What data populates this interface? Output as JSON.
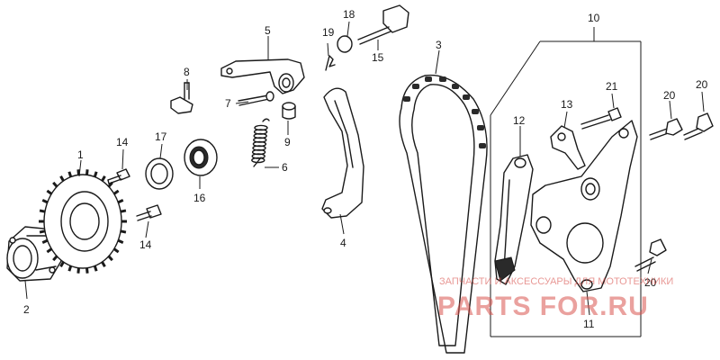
{
  "callouts": [
    {
      "id": "1",
      "label": "1"
    },
    {
      "id": "2",
      "label": "2"
    },
    {
      "id": "3",
      "label": "3"
    },
    {
      "id": "4",
      "label": "4"
    },
    {
      "id": "5",
      "label": "5"
    },
    {
      "id": "6",
      "label": "6"
    },
    {
      "id": "7",
      "label": "7"
    },
    {
      "id": "8",
      "label": "8"
    },
    {
      "id": "9",
      "label": "9"
    },
    {
      "id": "10",
      "label": "10"
    },
    {
      "id": "11",
      "label": "11"
    },
    {
      "id": "12",
      "label": "12"
    },
    {
      "id": "13",
      "label": "13"
    },
    {
      "id": "14a",
      "label": "14"
    },
    {
      "id": "14b",
      "label": "14"
    },
    {
      "id": "15",
      "label": "15"
    },
    {
      "id": "16",
      "label": "16"
    },
    {
      "id": "17",
      "label": "17"
    },
    {
      "id": "18",
      "label": "18"
    },
    {
      "id": "19",
      "label": "19"
    },
    {
      "id": "20a",
      "label": "20"
    },
    {
      "id": "20b",
      "label": "20"
    },
    {
      "id": "20c",
      "label": "20"
    },
    {
      "id": "21",
      "label": "21"
    }
  ],
  "watermark": {
    "tagline": "ЗАПЧАСТИ И АКСЕССУАРЫ ДЛЯ МОТОТЕХНИКИ",
    "logo": "PARTS FOR.RU",
    "color": "#d9534f"
  }
}
